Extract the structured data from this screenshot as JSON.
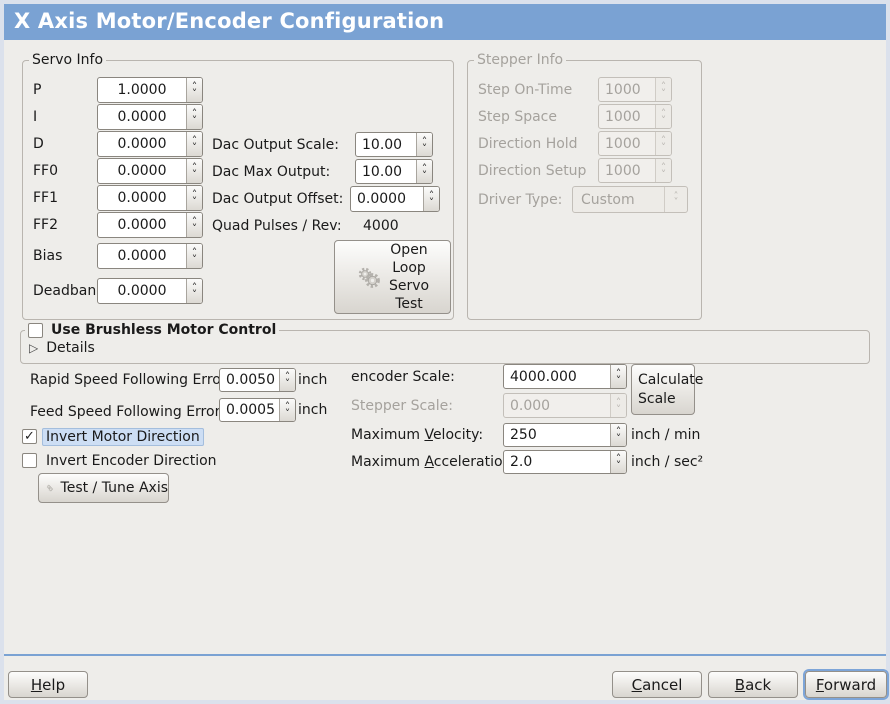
{
  "colors": {
    "titlebar": "#7aa2d3",
    "window_bg": "#eeedea",
    "outer_border": "#dbe1ec",
    "separator": "#7aa2d3",
    "disabled_text": "#a5a29d",
    "focus_blue": "#7da5d8",
    "highlight_bg": "#cddef4"
  },
  "icons": {
    "spin_up": "˄",
    "spin_down": "˅",
    "expander_collapsed": "▷",
    "checkmark": "✓"
  },
  "header": {
    "title": "X Axis Motor/Encoder Configuration"
  },
  "servo_info": {
    "legend": "Servo Info",
    "rows": [
      {
        "label": "P",
        "value": "1.0000"
      },
      {
        "label": "I",
        "value": "0.0000"
      },
      {
        "label": "D",
        "value": "0.0000"
      },
      {
        "label": "FF0",
        "value": "0.0000"
      },
      {
        "label": "FF1",
        "value": "0.0000"
      },
      {
        "label": "FF2",
        "value": "0.0000"
      },
      {
        "label": "Bias",
        "value": "0.0000"
      },
      {
        "label": "Deadband",
        "value": "0.0000"
      }
    ]
  },
  "dac": {
    "rows": [
      {
        "label": "Dac Output Scale:",
        "value": "10.00"
      },
      {
        "label": "Dac Max Output:",
        "value": "10.00"
      },
      {
        "label": "Dac Output Offset:",
        "value": "0.0000"
      }
    ],
    "quad": {
      "label": "Quad Pulses / Rev:",
      "value": "4000"
    },
    "open_loop_button_lines": [
      "Open",
      "Loop",
      "Servo",
      "Test"
    ]
  },
  "stepper_info": {
    "legend": "Stepper Info",
    "rows": [
      {
        "label": "Step On-Time",
        "value": "1000"
      },
      {
        "label": "Step Space",
        "value": "1000"
      },
      {
        "label": "Direction Hold",
        "value": "1000"
      },
      {
        "label": "Direction Setup",
        "value": "1000"
      }
    ],
    "driver_type": {
      "label": "Driver Type:",
      "value": "Custom"
    }
  },
  "brushless": {
    "checkbox_label": "Use Brushless Motor Control",
    "checked": false,
    "details_label": "Details"
  },
  "following_error": {
    "rapid": {
      "label": "Rapid Speed Following Error:",
      "value": "0.0050",
      "unit": "inch"
    },
    "feed": {
      "label": "Feed Speed Following Error:",
      "value": "0.0005",
      "unit": "inch"
    }
  },
  "direction": {
    "invert_motor": {
      "label": "Invert Motor Direction",
      "checked": true
    },
    "invert_encoder": {
      "label": "Invert Encoder Direction",
      "checked": false
    }
  },
  "test_tune_button": {
    "label": "Test / Tune Axis"
  },
  "scale_section": {
    "encoder_scale": {
      "label": "encoder Scale:",
      "value": "4000.000"
    },
    "calculate_button_lines": [
      "Calculate",
      "Scale"
    ],
    "stepper_scale": {
      "label": "Stepper Scale:",
      "value": "0.000"
    },
    "max_velocity": {
      "label_pre": "Maximum ",
      "label_u": "V",
      "label_post": "elocity:",
      "value": "250",
      "unit": "inch / min"
    },
    "max_accel": {
      "label_pre": "Maximum ",
      "label_u": "A",
      "label_post": "cceleration:",
      "value": "2.0",
      "unit": "inch / sec²"
    }
  },
  "footer": {
    "help": {
      "u": "H",
      "rest": "elp"
    },
    "cancel": {
      "u": "C",
      "rest": "ancel"
    },
    "back": {
      "u": "B",
      "rest": "ack"
    },
    "forward": {
      "u": "F",
      "rest": "orward"
    }
  }
}
